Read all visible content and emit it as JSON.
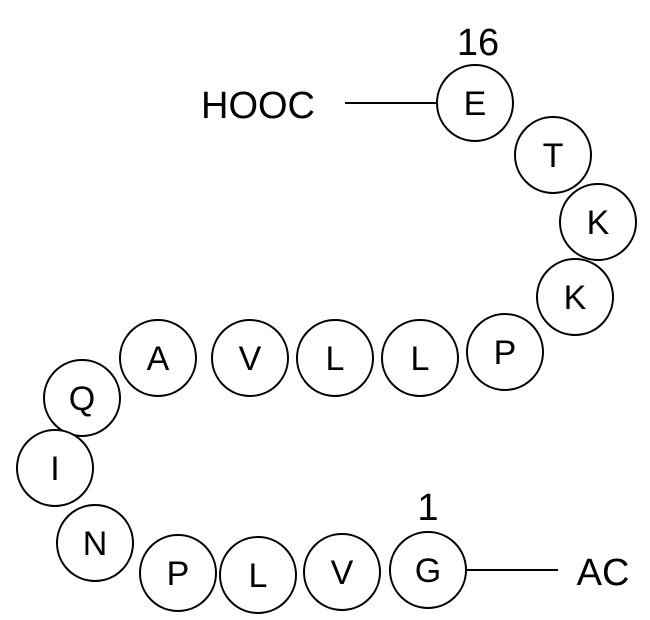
{
  "title_n_terminal_number": "16",
  "title_c_terminal_number": "1",
  "terminal_left": "HOOC",
  "terminal_right": "AC",
  "sequence_display_order": [
    "E",
    "T",
    "K",
    "K",
    "P",
    "L",
    "L",
    "V",
    "A",
    "Q",
    "I",
    "N",
    "P",
    "L",
    "V",
    "G"
  ]
}
